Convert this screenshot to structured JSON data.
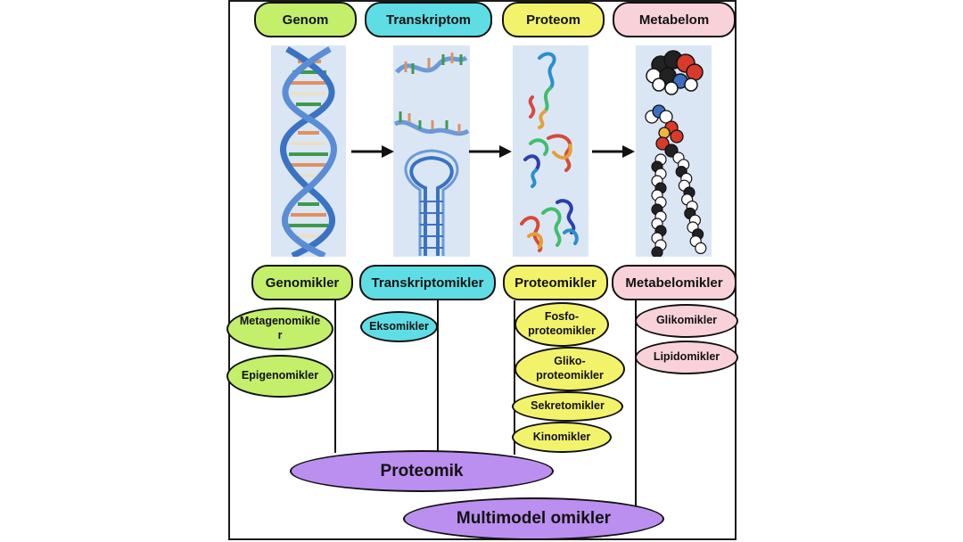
{
  "colors": {
    "green": "#c3ef6b",
    "cyan": "#5fdde5",
    "yellow": "#f3f36b",
    "pink": "#f9d2d9",
    "purple": "#bb8fef",
    "panel": "#dbe6f5"
  },
  "levels": [
    {
      "label": "Genom",
      "icon": "dna-double-helix-icon"
    },
    {
      "label": "Transkriptom",
      "icon": "rna-strands-icon"
    },
    {
      "label": "Proteom",
      "icon": "protein-structures-icon"
    },
    {
      "label": "Metabelom",
      "icon": "metabolite-molecules-icon"
    }
  ],
  "omics": {
    "genomics": "Genomikler",
    "transcriptomics": "Transkriptomikler",
    "proteomics": "Proteomikler",
    "metabolomics": "Metabelomikler"
  },
  "sub": {
    "metagenomics": "Metagenomikle\nr",
    "epigenomics": "Epigenomikler",
    "exomics": "Eksomikler",
    "phospho": "Fosfo-\nproteomikler",
    "glyco": "Gliko-\nproteomikler",
    "secreto": "Sekretomikler",
    "kino": "Kinomikler",
    "glycomics": "Glikomikler",
    "lipidomics": "Lipidomikler"
  },
  "bottom": {
    "proteomik": "Proteomik",
    "multimodel": "Multimodel omikler"
  }
}
